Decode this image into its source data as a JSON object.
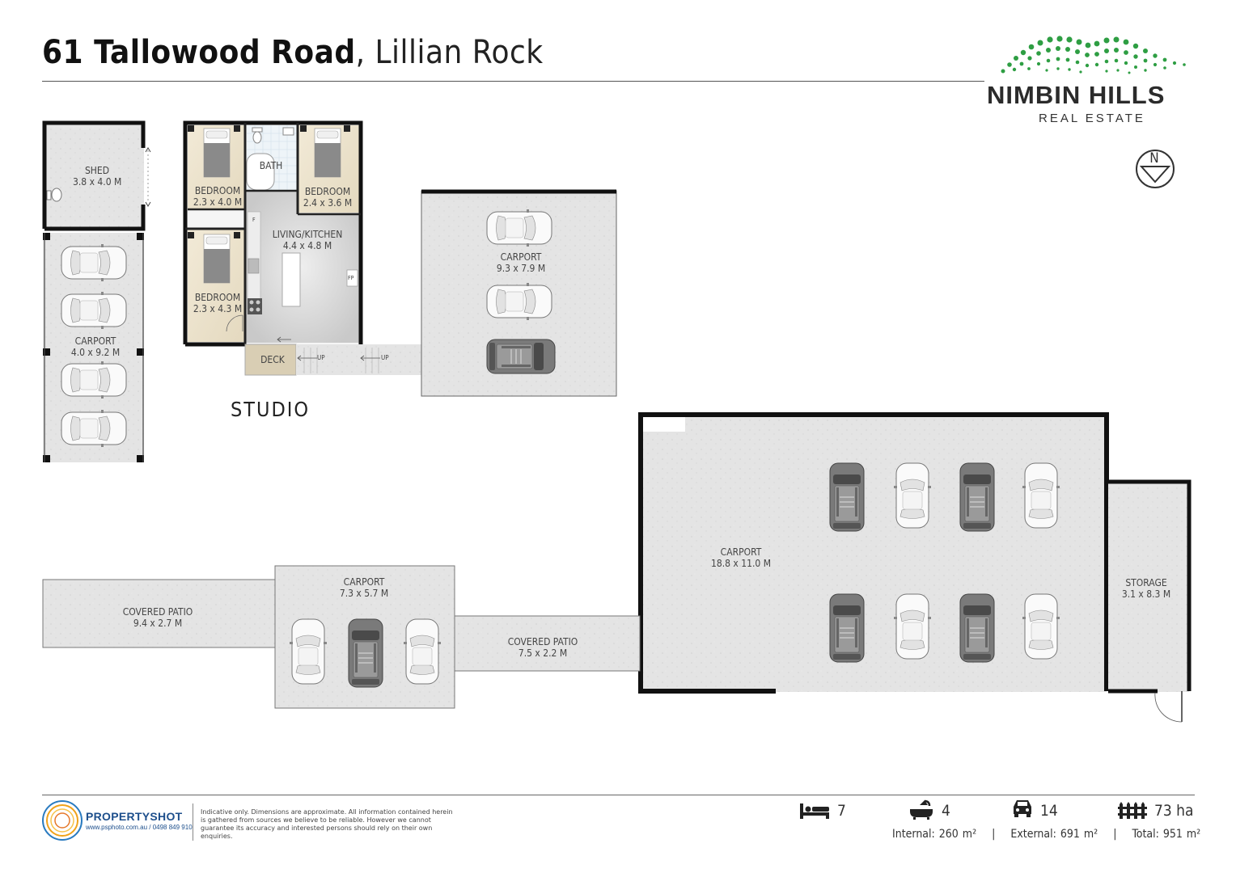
{
  "header": {
    "address_bold": "61 Tallowood Road",
    "address_rest": ", Lillian Rock"
  },
  "brand": {
    "name": "NIMBIN HILLS",
    "tagline": "REAL ESTATE",
    "accent": "#2e9e43"
  },
  "compass": {
    "label": "N"
  },
  "plan": {
    "section_label": "STUDIO",
    "rooms": [
      {
        "name": "SHED",
        "dims": "3.8 x 4.0 M"
      },
      {
        "name": "BEDROOM",
        "dims": "2.3 x 4.0 M"
      },
      {
        "name": "BATH",
        "dims": ""
      },
      {
        "name": "BEDROOM",
        "dims": "2.4 x 3.6 M"
      },
      {
        "name": "LIVING/KITCHEN",
        "dims": "4.4 x 4.8 M"
      },
      {
        "name": "BEDROOM",
        "dims": "2.3 x 4.3 M"
      },
      {
        "name": "DECK",
        "dims": ""
      },
      {
        "name": "CARPORT",
        "dims": "4.0 x 9.2 M"
      },
      {
        "name": "CARPORT",
        "dims": "9.3 x 7.9 M"
      },
      {
        "name": "CARPORT",
        "dims": "18.8 x 11.0 M"
      },
      {
        "name": "STORAGE",
        "dims": "3.1 x 8.3 M"
      },
      {
        "name": "CARPORT",
        "dims": "7.3 x 5.7 M"
      },
      {
        "name": "COVERED PATIO",
        "dims": "9.4 x 2.7 M"
      },
      {
        "name": "COVERED PATIO",
        "dims": "7.5 x 2.2 M"
      }
    ],
    "markers": {
      "up1": "UP",
      "up2": "UP",
      "fridge": "F",
      "fireplace": "FP"
    }
  },
  "footer": {
    "company": "PROPERTYSHOT",
    "company_sub": "www.psphoto.com.au / 0498 849 910",
    "disclaimer": "Indicative only.  Dimensions are approximate.  All information contained herein is gathered from sources we believe to be reliable.  However we cannot guarantee its accuracy and interested persons should rely on their own enquiries.",
    "stats": {
      "beds": "7",
      "baths": "4",
      "cars": "14",
      "land": "73 ha"
    },
    "areas": {
      "internal": "Internal: 260 m²",
      "external": "External: 691 m²",
      "total": "Total: 951 m²",
      "sep": "|"
    }
  }
}
